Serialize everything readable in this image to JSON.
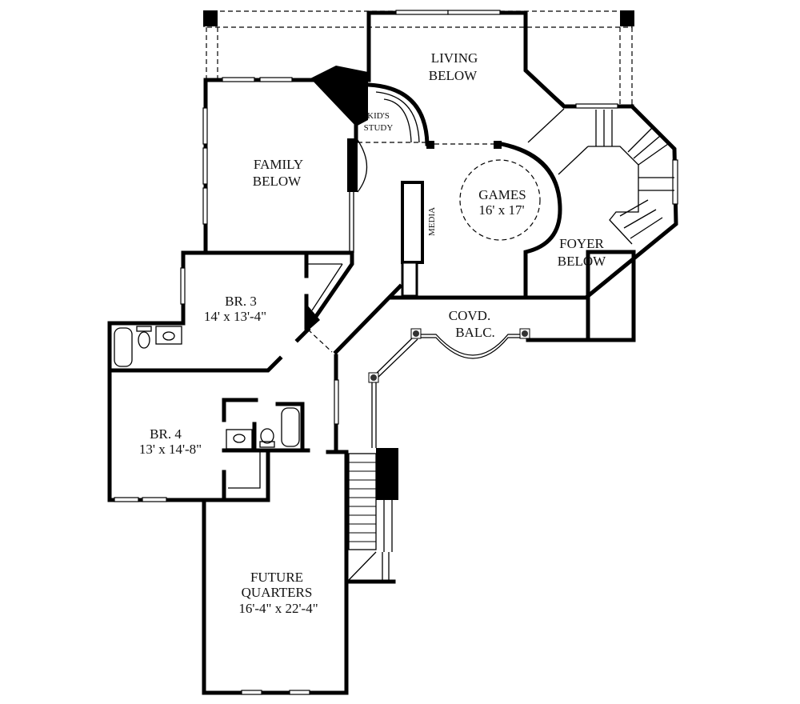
{
  "plan": {
    "rooms": [
      {
        "id": "living",
        "name": "LIVING",
        "line2": "BELOW"
      },
      {
        "id": "kids-study",
        "name": "KID'S",
        "line2": "STUDY"
      },
      {
        "id": "family",
        "name": "FAMILY",
        "line2": "BELOW"
      },
      {
        "id": "games",
        "name": "GAMES",
        "line2": "16' x 17'"
      },
      {
        "id": "media",
        "name": "MEDIA"
      },
      {
        "id": "foyer",
        "name": "FOYER",
        "line2": "BELOW"
      },
      {
        "id": "br3",
        "name": "BR. 3",
        "line2": "14' x 13'-4\""
      },
      {
        "id": "balcony",
        "name": "COVD.",
        "line2": "BALC."
      },
      {
        "id": "br4",
        "name": "BR. 4",
        "line2": "13' x 14'-8\""
      },
      {
        "id": "future",
        "name": "FUTURE",
        "line2": "QUARTERS",
        "line3": "16'-4\" x 22'-4\""
      }
    ],
    "colors": {
      "walls": "#000000",
      "background": "#ffffff"
    }
  }
}
